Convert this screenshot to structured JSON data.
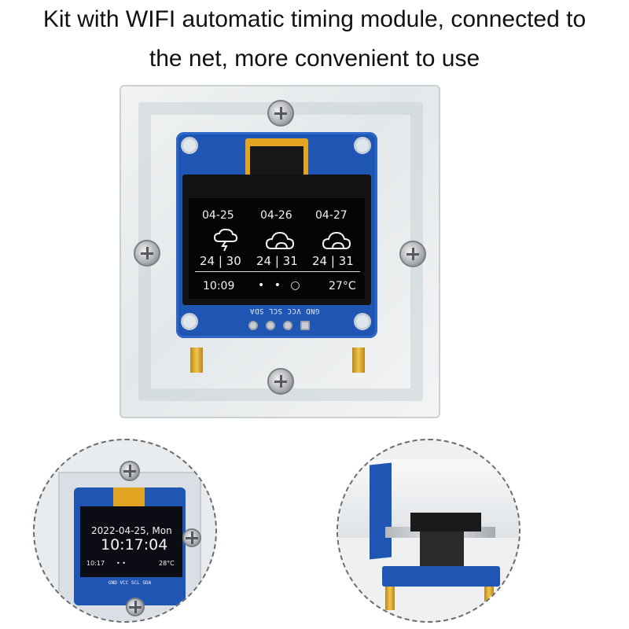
{
  "headline": {
    "line1": "Kit with WIFI automatic timing module, connected to",
    "line2": "the net, more convenient to use"
  },
  "oled": {
    "days": [
      {
        "date": "04-25",
        "temp": "24 | 30",
        "icon": "thunderstorm-cloud-icon"
      },
      {
        "date": "04-26",
        "temp": "24 | 31",
        "icon": "cloud-icon"
      },
      {
        "date": "04-27",
        "temp": "24 | 31",
        "icon": "cloud-icon"
      }
    ],
    "footer_time": "10:09",
    "footer_dots": "• • ○",
    "footer_temp": "27°C"
  },
  "pcb": {
    "pin_labels": "GND VCC SCL SDA"
  },
  "inset_left": {
    "date": "2022-04-25, Mon",
    "clock": "10:17:04",
    "small_time": "10:17",
    "small_dots": "•  •",
    "small_temp": "28°C",
    "pin_labels": "GND VCC SCL SDA"
  },
  "colors": {
    "pcb_blue": "#1f56b4",
    "ribbon_gold": "#e2a523",
    "screen_black": "#050505"
  }
}
